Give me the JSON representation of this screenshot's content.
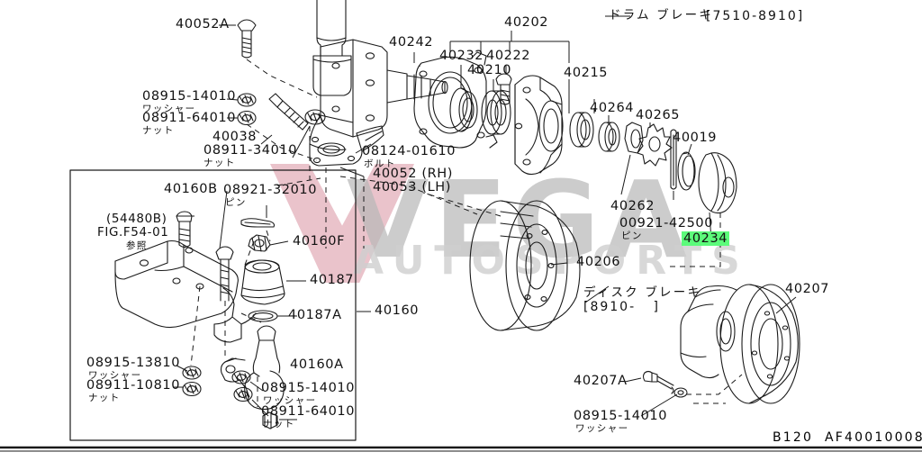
{
  "sheet": {
    "footer_page": "B120",
    "footer_code": "AF40010008",
    "highlight_color": "#5cfb7b",
    "watermark": {
      "brand": "VEGA",
      "sub": "AUTOSPORTS",
      "chevron_color": "#e6b9c2",
      "text_color": "#b9b9b9"
    }
  },
  "sections": {
    "drum_brake": {
      "title_jp": "ドラム ブレーキ",
      "range": "[7510-8910]"
    },
    "disc_brake": {
      "title_jp": "ディスク ブレーキ",
      "range": "[8910-   ]"
    }
  },
  "labels": {
    "l_40052A": "40052A",
    "l_08915_14010_top": "08915-14010",
    "l_washer_top": "ワッシャー",
    "l_08911_64010_top": "08911-64010",
    "l_nut_top": "ナット",
    "l_40038": "40038",
    "l_08911_34010": "08911-34010",
    "l_nut_34010": "ナット",
    "l_08124_01610": "08124-01610",
    "l_bolt_01610": "ボルト",
    "l_40052_rh": "40052 (RH)",
    "l_40053_lh": "40053 (LH)",
    "l_40242": "40242",
    "l_40202": "40202",
    "l_40232": "40232",
    "l_40222": "40222",
    "l_40210": "40210",
    "l_40215": "40215",
    "l_40264": "40264",
    "l_40265": "40265",
    "l_40019": "40019",
    "l_40234": "40234",
    "l_40262": "40262",
    "l_00921_42500": "00921-42500",
    "l_pin_42500": "ピン",
    "l_40206": "40206",
    "l_40207": "40207",
    "l_40207A": "40207A",
    "l_08915_14010_btm": "08915-14010",
    "l_washer_btm": "ワッシャー",
    "l_40160B": "40160B",
    "l_08921_32010": "08921-32010",
    "l_pin_32010": "ピン",
    "l_54480B": "(54480B)",
    "l_fig_f54": "FIG.F54-01",
    "l_sansho": "参照",
    "l_40160F": "40160F",
    "l_40187": "40187",
    "l_40187A": "40187A",
    "l_40160": "40160",
    "l_40160A": "40160A",
    "l_08915_13810": "08915-13810",
    "l_washer_13810": "ワッシャー",
    "l_08911_10810": "08911-10810",
    "l_nut_10810": "ナット",
    "l_08915_14010_in": "08915-14010",
    "l_washer_14010_in": "ワッシャー",
    "l_08911_64010_in": "08911-64010",
    "l_nut_64010_in": "ナット"
  }
}
